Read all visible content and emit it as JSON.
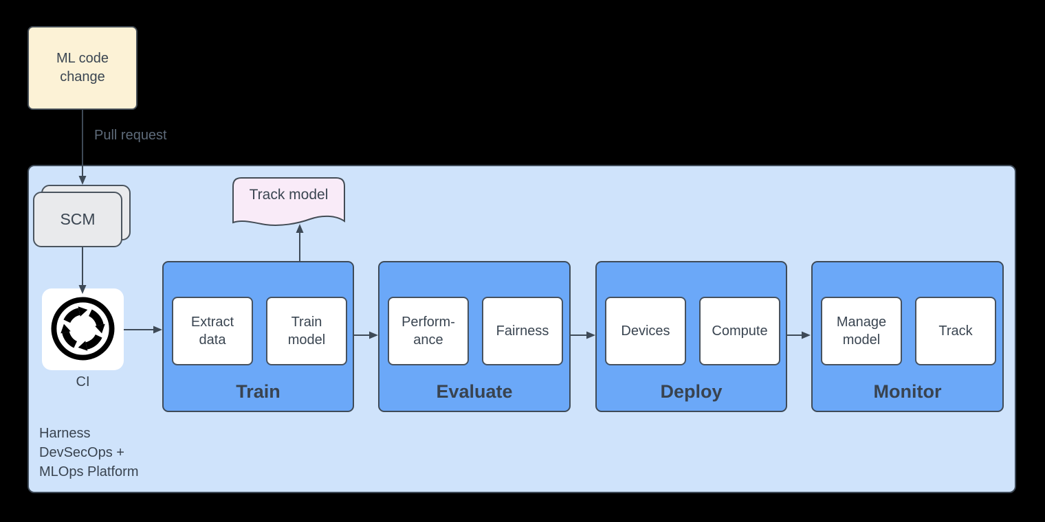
{
  "diagram": {
    "ml_code_change": [
      "ML code",
      "change"
    ],
    "pull_request": "Pull request",
    "scm": "SCM",
    "ci": "CI",
    "track_model": "Track model",
    "platform_label": [
      "Harness",
      "DevSecOps +",
      "MLOps Platform"
    ],
    "stages": [
      {
        "id": "train",
        "label": "Train",
        "steps": [
          [
            "Extract",
            "data"
          ],
          [
            "Train",
            "model"
          ]
        ]
      },
      {
        "id": "evaluate",
        "label": "Evaluate",
        "steps": [
          [
            "Perform-",
            "ance"
          ],
          [
            "Fairness"
          ]
        ]
      },
      {
        "id": "deploy",
        "label": "Deploy",
        "steps": [
          [
            "Devices"
          ],
          [
            "Compute"
          ]
        ]
      },
      {
        "id": "monitor",
        "label": "Monitor",
        "steps": [
          [
            "Manage",
            "model"
          ],
          [
            "Track"
          ]
        ]
      }
    ],
    "colors": {
      "canvas_bg": "#000000",
      "platform_fill": "#CFE3FB",
      "stage_fill": "#6BA8F8",
      "step_fill": "#FFFFFF",
      "ml_change_fill": "#FCF2D6",
      "scm_fill": "#E9EAEC",
      "track_model_fill": "#F9EBF8",
      "ci_icon": "#000000",
      "stroke": "#3E4A57",
      "text": "#3A4551",
      "edge_label_text": "#5E6B7A"
    }
  }
}
